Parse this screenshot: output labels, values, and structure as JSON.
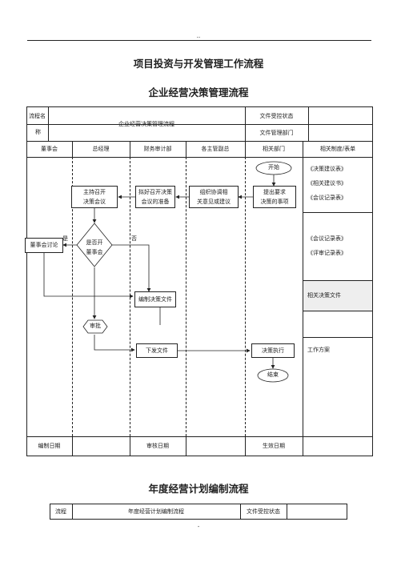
{
  "header_mark": "..",
  "footer_mark": "-",
  "main_title": "项目投资与开发管理工作流程",
  "section1_title": "企业经营决策管理流程",
  "section2_title": "年度经营计划编制流程",
  "table1": {
    "label_flow_name": "流程名称",
    "label_flow_name_a": "流程名",
    "label_flow_name_b": "称",
    "flow_name_value": "企业经营决策管理流程",
    "label_doc_status": "文件受控状态",
    "label_doc_dept": "文件管理部门",
    "columns": [
      "董事会",
      "总经理",
      "财务审计部",
      "各主管副总",
      "相关部门",
      "相关制度/表单"
    ],
    "footer": {
      "edit_date": "编制日期",
      "review_date": "审核日期",
      "effective_date": "生效日期"
    }
  },
  "flow": {
    "start": "开始",
    "host_meeting": [
      "主持召开",
      "决策会议"
    ],
    "prepare_meeting": [
      "拟好召开决策",
      "会议的准备"
    ],
    "organize": [
      "组织协调相",
      "关意见或建议"
    ],
    "propose": [
      "提出要求",
      "决策的事项"
    ],
    "decide_board": [
      "是否开",
      "董事会"
    ],
    "yes": "是",
    "no": "否",
    "board_discuss": "董事会讨论",
    "compile_doc": "编制决策文件",
    "approve": "审批",
    "issue_doc": "下发文件",
    "execute": "决策执行",
    "end": "结束"
  },
  "forms": {
    "row1": [
      "《决策建议表》",
      "《相关建议书》",
      "《会议记录表》"
    ],
    "row2": [
      "《会议记录表》",
      "《评审记录表》"
    ],
    "row3": "相关决策文件",
    "row5": "工作方案"
  },
  "table2": {
    "label_flow": "流程",
    "flow_name_value": "年度经营计划编制流程",
    "label_doc_status": "文件受控状态"
  }
}
